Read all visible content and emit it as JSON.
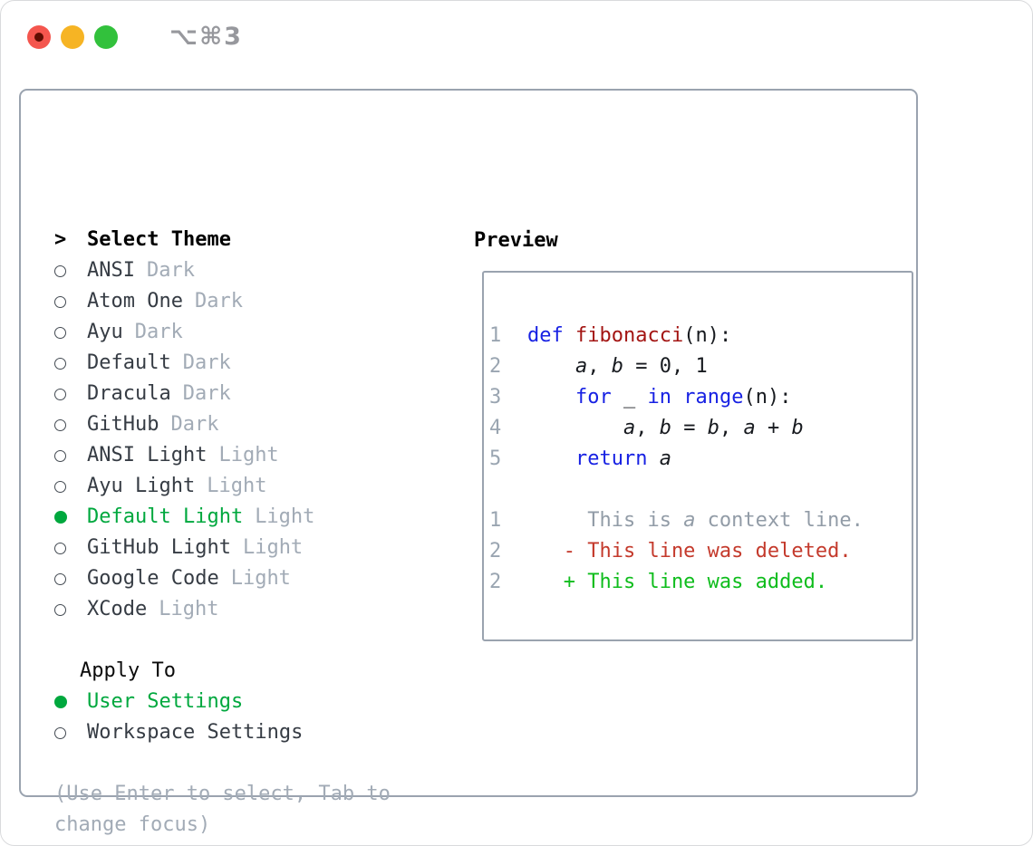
{
  "window": {
    "shortcut": "⌥⌘3",
    "traffic_lights": [
      "close",
      "minimize",
      "zoom"
    ]
  },
  "theme_picker": {
    "title_prefix": ">",
    "title": "Select Theme",
    "themes": [
      {
        "name": "ANSI",
        "tag": "Dark",
        "selected": false
      },
      {
        "name": "Atom One",
        "tag": "Dark",
        "selected": false
      },
      {
        "name": "Ayu",
        "tag": "Dark",
        "selected": false
      },
      {
        "name": "Default",
        "tag": "Dark",
        "selected": false
      },
      {
        "name": "Dracula",
        "tag": "Dark",
        "selected": false
      },
      {
        "name": "GitHub",
        "tag": "Dark",
        "selected": false
      },
      {
        "name": "ANSI Light",
        "tag": "Light",
        "selected": false
      },
      {
        "name": "Ayu Light",
        "tag": "Light",
        "selected": false
      },
      {
        "name": "Default Light",
        "tag": "Light",
        "selected": true
      },
      {
        "name": "GitHub Light",
        "tag": "Light",
        "selected": false
      },
      {
        "name": "Google Code",
        "tag": "Light",
        "selected": false
      },
      {
        "name": "XCode",
        "tag": "Light",
        "selected": false
      }
    ],
    "apply_to": {
      "title": "Apply To",
      "options": [
        {
          "label": "User Settings",
          "selected": true
        },
        {
          "label": "Workspace Settings",
          "selected": false
        }
      ]
    },
    "hint_lines": [
      "(Use Enter to select, Tab to",
      "change focus)"
    ]
  },
  "preview": {
    "title": "Preview",
    "code_lines": [
      {
        "num": "1",
        "segments": [
          {
            "t": "def",
            "s": "kw"
          },
          {
            "t": " ",
            "s": "pl"
          },
          {
            "t": "fibonacci",
            "s": "fn"
          },
          {
            "t": "(n):",
            "s": "pl"
          }
        ]
      },
      {
        "num": "2",
        "segments": [
          {
            "t": "    ",
            "s": "pl"
          },
          {
            "t": "a",
            "s": "it"
          },
          {
            "t": ", ",
            "s": "pl"
          },
          {
            "t": "b",
            "s": "it"
          },
          {
            "t": " = 0, 1",
            "s": "pl"
          }
        ]
      },
      {
        "num": "3",
        "segments": [
          {
            "t": "    ",
            "s": "pl"
          },
          {
            "t": "for",
            "s": "kw"
          },
          {
            "t": " _ ",
            "s": "pl"
          },
          {
            "t": "in",
            "s": "kw"
          },
          {
            "t": " ",
            "s": "pl"
          },
          {
            "t": "range",
            "s": "kw"
          },
          {
            "t": "(n):",
            "s": "pl"
          }
        ]
      },
      {
        "num": "4",
        "segments": [
          {
            "t": "        ",
            "s": "pl"
          },
          {
            "t": "a",
            "s": "it"
          },
          {
            "t": ", ",
            "s": "pl"
          },
          {
            "t": "b",
            "s": "it"
          },
          {
            "t": " = ",
            "s": "pl"
          },
          {
            "t": "b",
            "s": "it"
          },
          {
            "t": ", ",
            "s": "pl"
          },
          {
            "t": "a",
            "s": "it"
          },
          {
            "t": " + ",
            "s": "pl"
          },
          {
            "t": "b",
            "s": "it"
          }
        ]
      },
      {
        "num": "5",
        "segments": [
          {
            "t": "    ",
            "s": "pl"
          },
          {
            "t": "return",
            "s": "kw"
          },
          {
            "t": " ",
            "s": "pl"
          },
          {
            "t": "a",
            "s": "it"
          }
        ]
      }
    ],
    "diff_lines": [
      {
        "num": "1",
        "segments": [
          {
            "t": "     This is ",
            "s": "ctx"
          },
          {
            "t": "a",
            "s": "ctx-it"
          },
          {
            "t": " context line.",
            "s": "ctx"
          }
        ]
      },
      {
        "num": "2",
        "segments": [
          {
            "t": "   - This line was deleted.",
            "s": "del"
          }
        ]
      },
      {
        "num": "2",
        "segments": [
          {
            "t": "   + This line was added.",
            "s": "add"
          }
        ]
      }
    ]
  },
  "colors": {
    "accent_green": "#00a83e",
    "diff_added": "#0fbd1d",
    "diff_deleted": "#c43a2c",
    "keyword_blue": "#1721e3",
    "function_red": "#a31513",
    "muted_gray": "#a2abb6",
    "border_gray": "#9aa3af",
    "traffic_red": "#f4564e",
    "traffic_yellow": "#f6b424",
    "traffic_green": "#32c13c"
  }
}
